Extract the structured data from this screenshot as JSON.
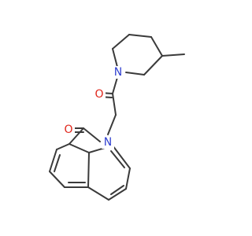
{
  "molecule": {
    "colors": {
      "bond": "#3a3a3a",
      "N": "#2f3fd0",
      "O": "#e0261b",
      "background": "#ffffff"
    },
    "atoms": {
      "n_pip": "N",
      "o_ketone": "O",
      "n_lactam": "N",
      "o_lactam": "O"
    }
  }
}
